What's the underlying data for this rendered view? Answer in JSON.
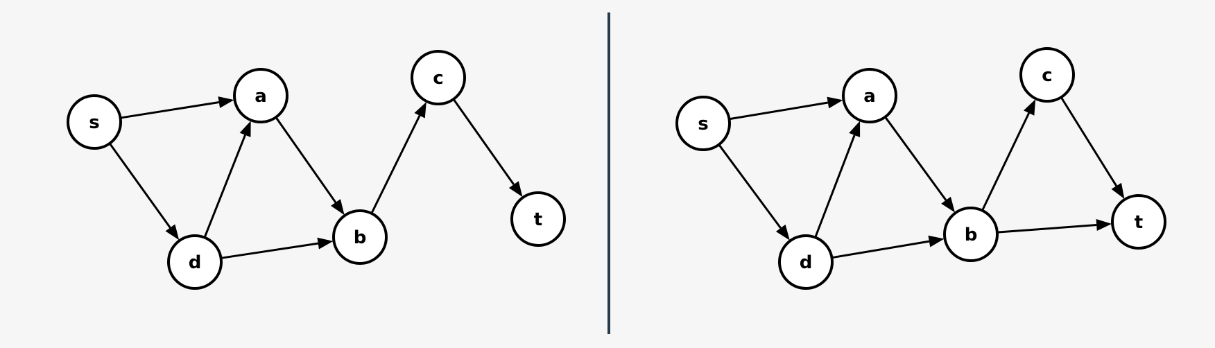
{
  "graphs": [
    {
      "id": "left",
      "nodes": [
        {
          "id": "s",
          "label": "s"
        },
        {
          "id": "a",
          "label": "a"
        },
        {
          "id": "d",
          "label": "d"
        },
        {
          "id": "b",
          "label": "b"
        },
        {
          "id": "c",
          "label": "c"
        },
        {
          "id": "t",
          "label": "t"
        }
      ],
      "edges": [
        {
          "from": "s",
          "to": "a"
        },
        {
          "from": "s",
          "to": "d"
        },
        {
          "from": "d",
          "to": "a"
        },
        {
          "from": "a",
          "to": "b"
        },
        {
          "from": "d",
          "to": "b"
        },
        {
          "from": "b",
          "to": "c"
        },
        {
          "from": "c",
          "to": "t"
        }
      ]
    },
    {
      "id": "right",
      "nodes": [
        {
          "id": "s",
          "label": "s"
        },
        {
          "id": "a",
          "label": "a"
        },
        {
          "id": "d",
          "label": "d"
        },
        {
          "id": "b",
          "label": "b"
        },
        {
          "id": "c",
          "label": "c"
        },
        {
          "id": "t",
          "label": "t"
        }
      ],
      "edges": [
        {
          "from": "s",
          "to": "a"
        },
        {
          "from": "s",
          "to": "d"
        },
        {
          "from": "d",
          "to": "a"
        },
        {
          "from": "a",
          "to": "b"
        },
        {
          "from": "d",
          "to": "b"
        },
        {
          "from": "b",
          "to": "c"
        },
        {
          "from": "c",
          "to": "t"
        },
        {
          "from": "b",
          "to": "t"
        }
      ]
    }
  ],
  "colors": {
    "background": "#f6f6f6",
    "node_fill": "#ffffff",
    "stroke": "#000000",
    "divider": "#263a4a"
  }
}
